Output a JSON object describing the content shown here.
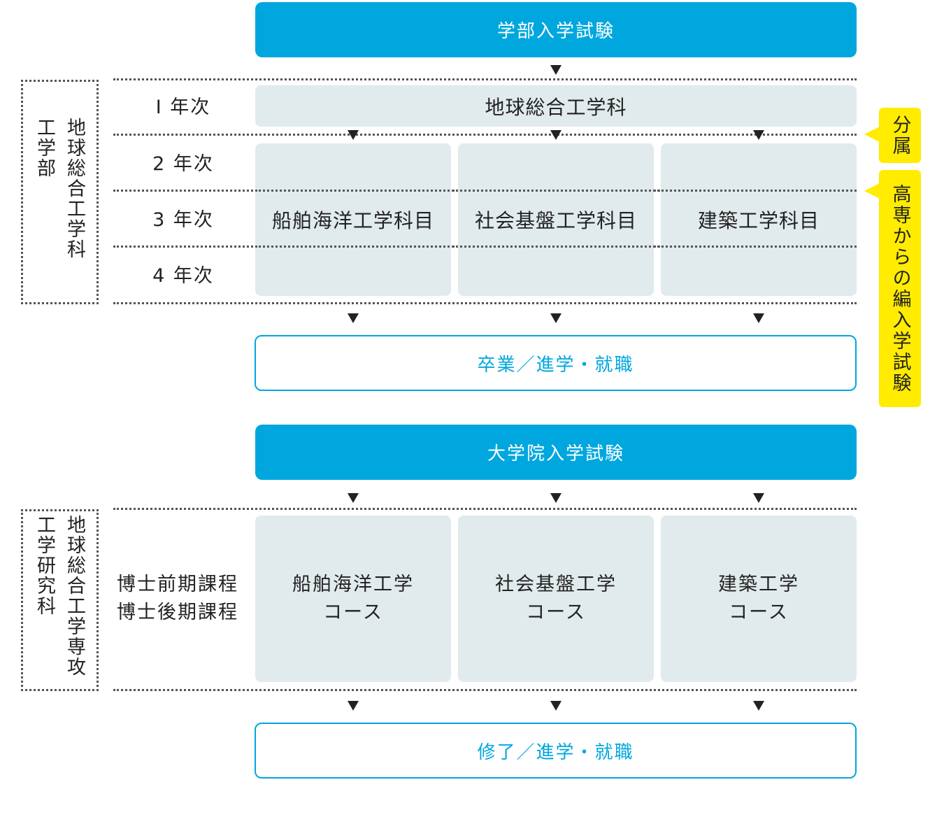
{
  "undergrad": {
    "exam": "学部入学試験",
    "faculty": "工学部",
    "department": "地球総合工学科",
    "years": [
      "Ⅰ 年次",
      "2 年次",
      "3 年次",
      "4 年次"
    ],
    "first_year_program": "地球総合工学科",
    "subjects": [
      "船舶海洋工学科目",
      "社会基盤工学科目",
      "建築工学科目"
    ],
    "outcome": "卒業／進学・就職"
  },
  "side_labels": {
    "assignment": "分属",
    "transfer": "高専からの編入学試験"
  },
  "graduate": {
    "exam": "大学院入学試験",
    "school": "工学研究科",
    "major": "地球総合工学専攻",
    "programs": [
      "博士前期課程",
      "博士後期課程"
    ],
    "courses": [
      {
        "name": "船舶海洋工学",
        "suffix": "コース"
      },
      {
        "name": "社会基盤工学",
        "suffix": "コース"
      },
      {
        "name": "建築工学",
        "suffix": "コース"
      }
    ],
    "outcome": "修了／進学・就職"
  },
  "colors": {
    "accent": "#00a7de",
    "cell": "#e1eaec",
    "highlight": "#ffec00"
  }
}
